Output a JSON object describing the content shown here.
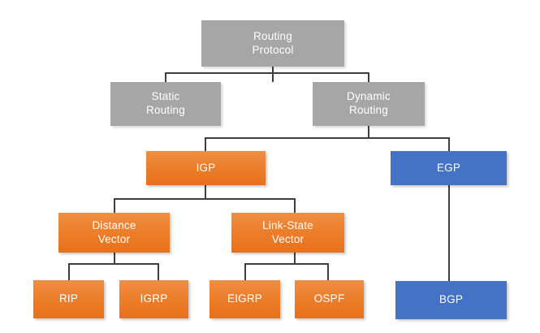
{
  "diagram": {
    "type": "hierarchy-tree",
    "title": "Routing Protocol classification tree",
    "colors": {
      "gray": "#A6A6A6",
      "orange_top": "#EF8E43",
      "orange_bottom": "#E8701A",
      "blue": "#4472C4",
      "connector": "#3F3F3F",
      "text": "#FFFFFF",
      "background": "#FFFFFF"
    },
    "nodes": {
      "root": {
        "label": "Routing\nProtocol",
        "color": "gray"
      },
      "static_routing": {
        "label": "Static\nRouting",
        "color": "gray"
      },
      "dynamic_routing": {
        "label": "Dynamic\nRouting",
        "color": "gray"
      },
      "igp": {
        "label": "IGP",
        "color": "orange"
      },
      "egp": {
        "label": "EGP",
        "color": "blue"
      },
      "distance_vector": {
        "label": "Distance\nVector",
        "color": "orange"
      },
      "link_state_vector": {
        "label": "Link-State\nVector",
        "color": "orange"
      },
      "rip": {
        "label": "RIP",
        "color": "orange"
      },
      "igrp": {
        "label": "IGRP",
        "color": "orange"
      },
      "eigrp": {
        "label": "EIGRP",
        "color": "orange"
      },
      "ospf": {
        "label": "OSPF",
        "color": "orange"
      },
      "bgp": {
        "label": "BGP",
        "color": "blue"
      }
    },
    "edges": [
      {
        "from": "root",
        "to": "static_routing"
      },
      {
        "from": "root",
        "to": "dynamic_routing"
      },
      {
        "from": "dynamic_routing",
        "to": "igp"
      },
      {
        "from": "dynamic_routing",
        "to": "egp"
      },
      {
        "from": "igp",
        "to": "distance_vector"
      },
      {
        "from": "igp",
        "to": "link_state_vector"
      },
      {
        "from": "distance_vector",
        "to": "rip"
      },
      {
        "from": "distance_vector",
        "to": "igrp"
      },
      {
        "from": "link_state_vector",
        "to": "eigrp"
      },
      {
        "from": "link_state_vector",
        "to": "ospf"
      },
      {
        "from": "egp",
        "to": "bgp"
      }
    ]
  }
}
